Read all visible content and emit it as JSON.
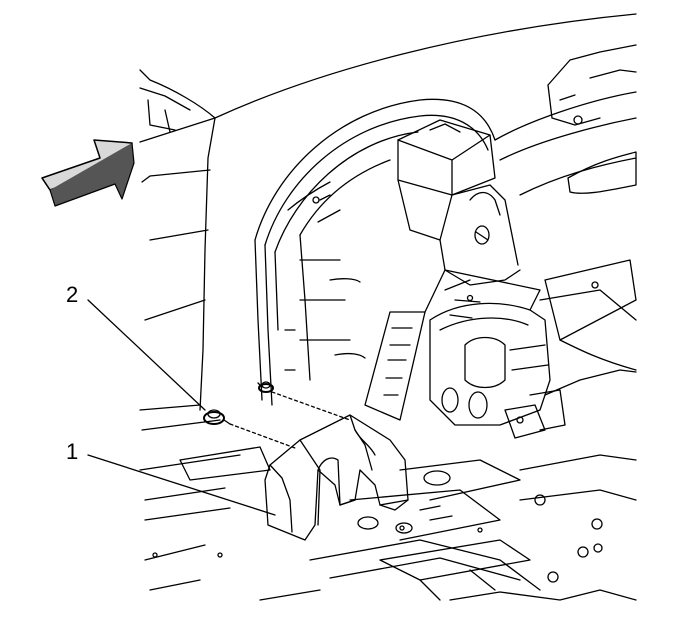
{
  "callouts": [
    {
      "label": "2",
      "part": "fastener"
    },
    {
      "label": "1",
      "part": "heat-shield"
    }
  ],
  "colors": {
    "line": "#000000",
    "background": "#ffffff",
    "shade": "#d9d9d9"
  },
  "icons": {
    "direction": "forward-arrow-icon"
  }
}
